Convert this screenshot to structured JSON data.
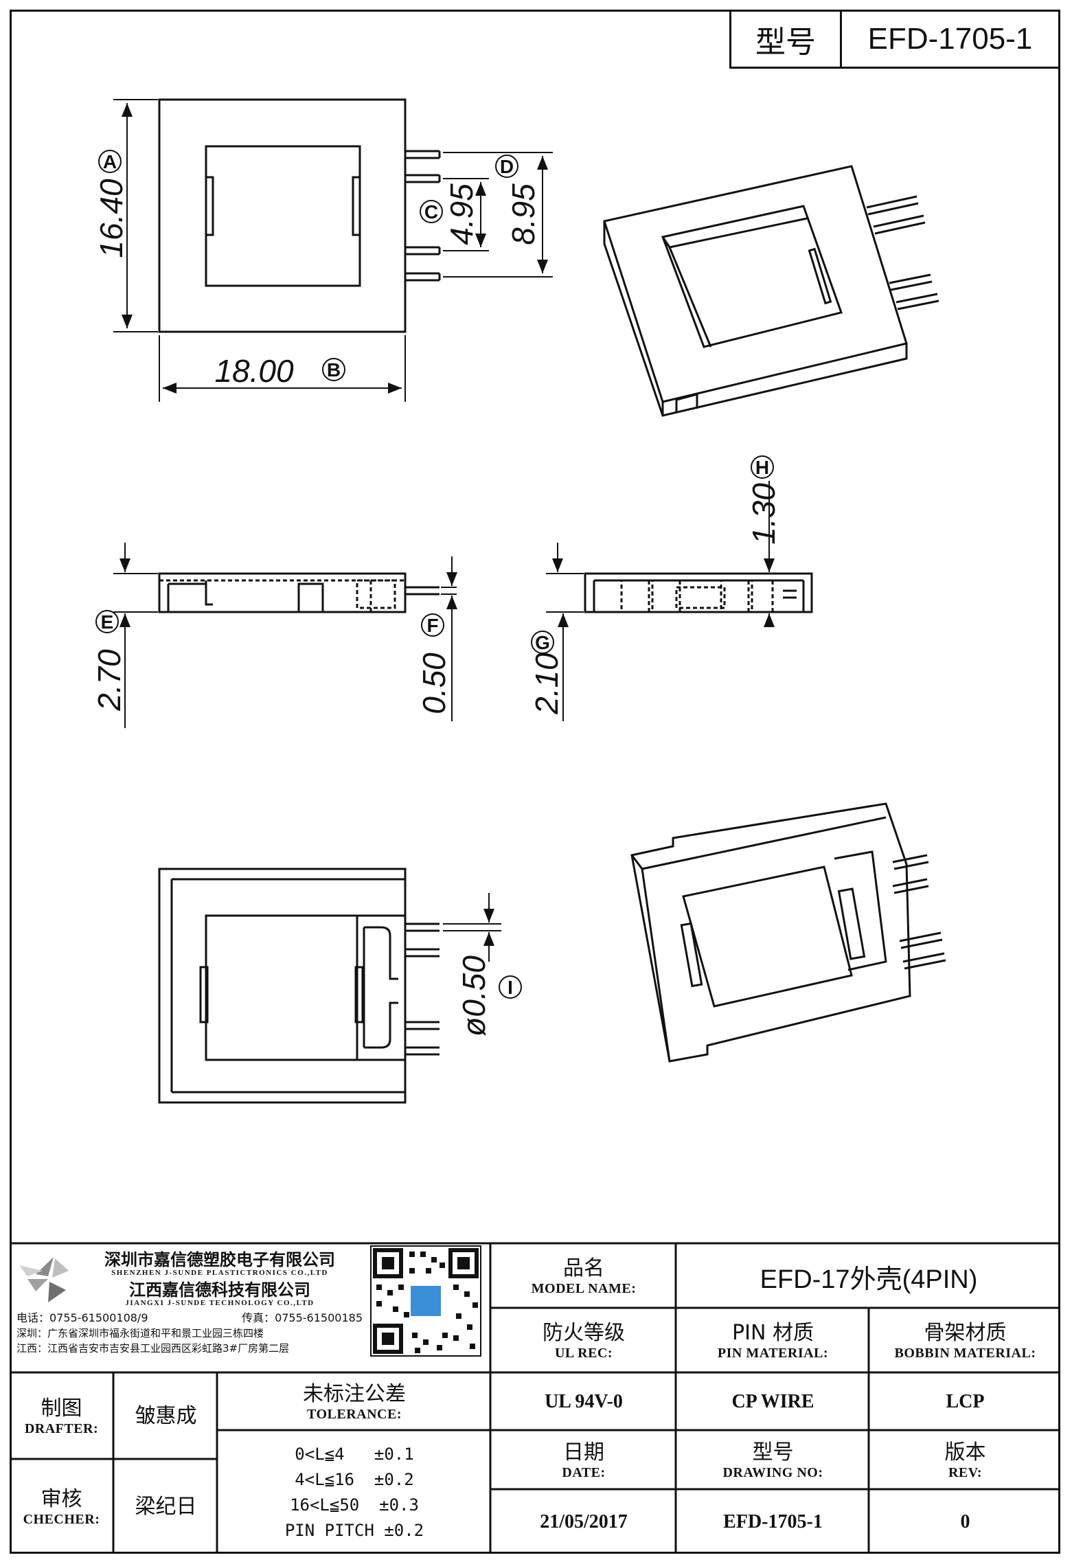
{
  "header": {
    "label": "型号",
    "model": "EFD-1705-1"
  },
  "dimensions": {
    "A": {
      "letter": "A",
      "value": "16.40"
    },
    "B": {
      "letter": "B",
      "value": "18.00"
    },
    "C": {
      "letter": "C",
      "value": "4.95"
    },
    "D": {
      "letter": "D",
      "value": "8.95"
    },
    "E": {
      "letter": "E",
      "value": "2.70"
    },
    "F": {
      "letter": "F",
      "value": "0.50"
    },
    "G": {
      "letter": "G",
      "value": "2.10"
    },
    "H": {
      "letter": "H",
      "value": "1.30"
    },
    "I": {
      "letter": "I",
      "value": "ø0.50"
    }
  },
  "company": {
    "name_cn": "深圳市嘉信德塑胶电子有限公司",
    "name_en": "SHENZHEN J-SUNDE PLASTICTRONICS CO.,LTD",
    "name2_cn": "江西嘉信德科技有限公司",
    "name2_en": "JIANGXI J-SUNDE TECHNOLOGY CO.,LTD",
    "phone": "电话：0755-61500108/9",
    "fax": "传真：0755-61500185",
    "addr_sz": "深圳：广东省深圳市福永街道和平和景工业园三栋四楼",
    "addr_jx": "江西：江西省吉安市吉安县工业园西区彩虹路3#厂房第二层"
  },
  "titleblock": {
    "model_name_cn": "品名",
    "model_name_en": "MODEL NAME:",
    "model_name_val": "EFD-17外壳(4PIN)",
    "ul_cn": "防火等级",
    "ul_en": "UL REC:",
    "pin_cn": "PIN 材质",
    "pin_en": "PIN MATERIAL:",
    "bobbin_cn": "骨架材质",
    "bobbin_en": "BOBBIN MATERIAL:",
    "drafter_cn": "制图",
    "drafter_en": "DRAFTER:",
    "drafter_val": "皱惠成",
    "checker_cn": "审核",
    "checker_en": "CHECHER:",
    "checker_val": "梁纪日",
    "tol_cn": "未标注公差",
    "tol_en": "TOLERANCE:",
    "tol_rows": [
      "0<L≦4   ±0.1",
      "4<L≦16  ±0.2",
      "16<L≦50  ±0.3",
      "PIN PITCH ±0.2"
    ],
    "ul_val": "UL 94V-0",
    "pin_val": "CP WIRE",
    "bobbin_val": "LCP",
    "date_cn": "日期",
    "date_en": "DATE:",
    "date_val": "21/05/2017",
    "dwg_cn": "型号",
    "dwg_en": "DRAWING NO:",
    "dwg_val": "EFD-1705-1",
    "rev_cn": "版本",
    "rev_en": "REV:",
    "rev_val": "0"
  }
}
